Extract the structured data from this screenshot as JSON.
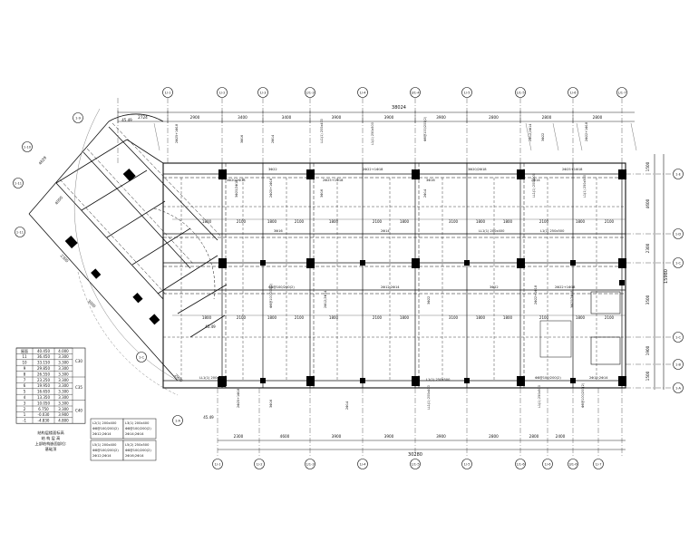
{
  "plan": {
    "top_overall": "38024",
    "bottom_overall": "30280",
    "right_overall": "15980",
    "top_axes": [
      {
        "label": "1/-1",
        "dim": "2724"
      },
      {
        "label": "1/-2",
        "dim": "2900"
      },
      {
        "label": "1/-3",
        "dim": "3400"
      },
      {
        "label": "2/1-3",
        "dim": "3400"
      },
      {
        "label": "1/-4",
        "dim": "3900"
      },
      {
        "label": "3/1-4",
        "dim": "3900"
      },
      {
        "label": "1/-5",
        "dim": "3900"
      },
      {
        "label": "1/1-5",
        "dim": "2800"
      },
      {
        "label": "1/-6",
        "dim": "2800"
      },
      {
        "label": "1/1-7",
        "dim": "2800"
      }
    ],
    "bottom_axes": [
      {
        "label": "1/-1",
        "dim": "2300"
      },
      {
        "label": "1/-2",
        "dim": "4600"
      },
      {
        "label": "1/1-3",
        "dim": "3900"
      },
      {
        "label": "1/-4",
        "dim": "3900"
      },
      {
        "label": "1/1-5",
        "dim": "3900"
      },
      {
        "label": "1/-5",
        "dim": "2800"
      },
      {
        "label": "1/1-6",
        "dim": "2800"
      },
      {
        "label": "1/-6",
        "dim": "2400"
      },
      {
        "label": "3/1-6",
        "dim": ""
      },
      {
        "label": "1/-7",
        "dim": ""
      }
    ],
    "right_axes": [
      {
        "label": "1-E",
        "dim": "1500"
      },
      {
        "label": "1-D",
        "dim": "4600"
      },
      {
        "label": "1-C",
        "dim": "2300"
      },
      {
        "label": "1-C",
        "dim": "3500"
      },
      {
        "label": "1-B",
        "dim": "1900"
      },
      {
        "label": "1-A",
        "dim": "1500"
      }
    ],
    "left_axes": [
      "1-9",
      "1-10",
      "1-11",
      "1-11",
      "1-C",
      "1-A"
    ],
    "row_dims": [
      "1800",
      "2100",
      "1800",
      "2100",
      "1800",
      "2100",
      "1800",
      "3100",
      "1800"
    ],
    "diag_dims": [
      "4629",
      "4000",
      "2300",
      "3000",
      "2900"
    ],
    "angle_dims": [
      "45.49",
      "45.49",
      "45.49"
    ],
    "beam_notes": [
      "3Φ22",
      "2Φ22+1Φ18",
      "3Φ20/2Φ18",
      "2Φ25+1Φ18",
      "3Φ16",
      "2Φ14",
      "LL1(1) 200x400",
      "L1(1) 250x500",
      "Φ8@100/200(2)",
      "2Φ12;2Φ14"
    ],
    "legend_boxes": [
      {
        "l1": "L2(1) 200x400",
        "l2": "Φ8@100/200(2)",
        "l3": "2Φ12;2Φ14"
      },
      {
        "l1": "L3(1) 200x400",
        "l2": "Φ8@100/200(2)",
        "l3": "2Φ14;2Φ14"
      },
      {
        "l1": "L5(1) 200x400",
        "l2": "Φ8@100/200(2)",
        "l3": "2Φ12;2Φ14"
      },
      {
        "l1": "L5(2) 250x500",
        "l2": "Φ8@100/200(2)",
        "l3": "2Φ16;2Φ14"
      }
    ],
    "elevation_table": {
      "rows": [
        [
          "屋面",
          "40.450",
          "4.000"
        ],
        [
          "11",
          "36.450",
          "3.300"
        ],
        [
          "10",
          "33.150",
          "3.300"
        ],
        [
          "9",
          "29.850",
          "3.300"
        ],
        [
          "8",
          "26.550",
          "3.300"
        ],
        [
          "7",
          "23.250",
          "3.300"
        ],
        [
          "6",
          "19.950",
          "3.300"
        ],
        [
          "5",
          "16.650",
          "3.300"
        ],
        [
          "4",
          "13.350",
          "3.300"
        ],
        [
          "3",
          "10.050",
          "3.300"
        ],
        [
          "2",
          "6.750",
          "3.300"
        ],
        [
          "1",
          "-0.030",
          "3.900"
        ],
        [
          "-1",
          "-4.830",
          "4.800"
        ]
      ],
      "conc": [
        "C30",
        "C35",
        "C40"
      ],
      "footer": [
        "结构层楼面标高",
        "结 构 层 高",
        "上部结构嵌固部位:",
        "基础顶"
      ]
    }
  }
}
